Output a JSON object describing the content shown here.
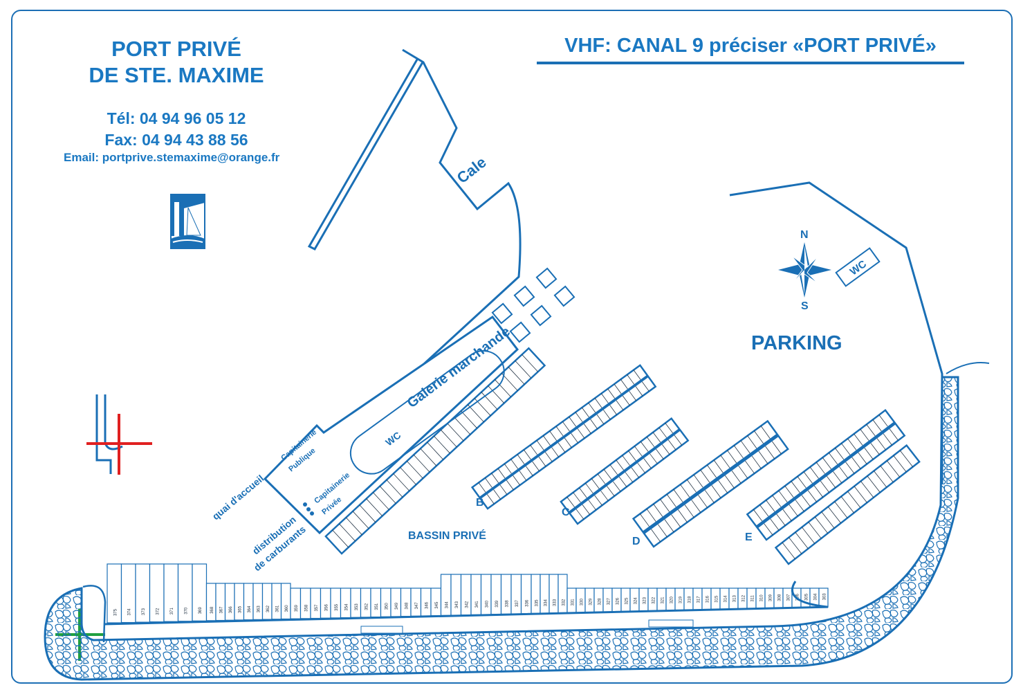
{
  "header": {
    "title_line1": "PORT PRIVÉ",
    "title_line2": "DE STE. MAXIME",
    "tel": "Tél: 04 94 96 05 12",
    "fax": "Fax: 04 94 43 88 56",
    "email": "Email: portprive.stemaxime@orange.fr",
    "vhf": "VHF: CANAL 9 préciser «PORT PRIVÉ»"
  },
  "map": {
    "cale": "Cale",
    "galerie": "Galerie marchande",
    "wc_galerie": "WC",
    "capitainerie_publique_1": "Capitainerie",
    "capitainerie_publique_2": "Publique",
    "capitainerie_privee_1": "Capitainerie",
    "capitainerie_privee_2": "Privée",
    "quai_accueil": "quai d'accueil",
    "carburants_1": "distribution",
    "carburants_2": "de carburants",
    "bassin": "BASSIN PRIVÉ",
    "parking": "PARKING",
    "wc_parking": "WC",
    "compass_n": "N",
    "compass_s": "S",
    "pontoons": [
      "B",
      "C",
      "D",
      "E"
    ],
    "berth_numbers": [
      375,
      374,
      373,
      372,
      371,
      370,
      369,
      368,
      367,
      366,
      365,
      364,
      363,
      362,
      361,
      360,
      359,
      358,
      357,
      356,
      355,
      354,
      353,
      352,
      351,
      350,
      349,
      348,
      347,
      346,
      345,
      344,
      343,
      342,
      341,
      340,
      339,
      338,
      337,
      336,
      335,
      334,
      333,
      332,
      331,
      330,
      329,
      328,
      327,
      326,
      325,
      324,
      323,
      322,
      321,
      320,
      319,
      318,
      317,
      316,
      315,
      314,
      313,
      312,
      311,
      310,
      309,
      308,
      307,
      306,
      305,
      304,
      303
    ]
  },
  "colors": {
    "line": "#1a6fb5",
    "text": "#1a78c2",
    "light_red": "#e02020",
    "light_green": "#20a040"
  }
}
